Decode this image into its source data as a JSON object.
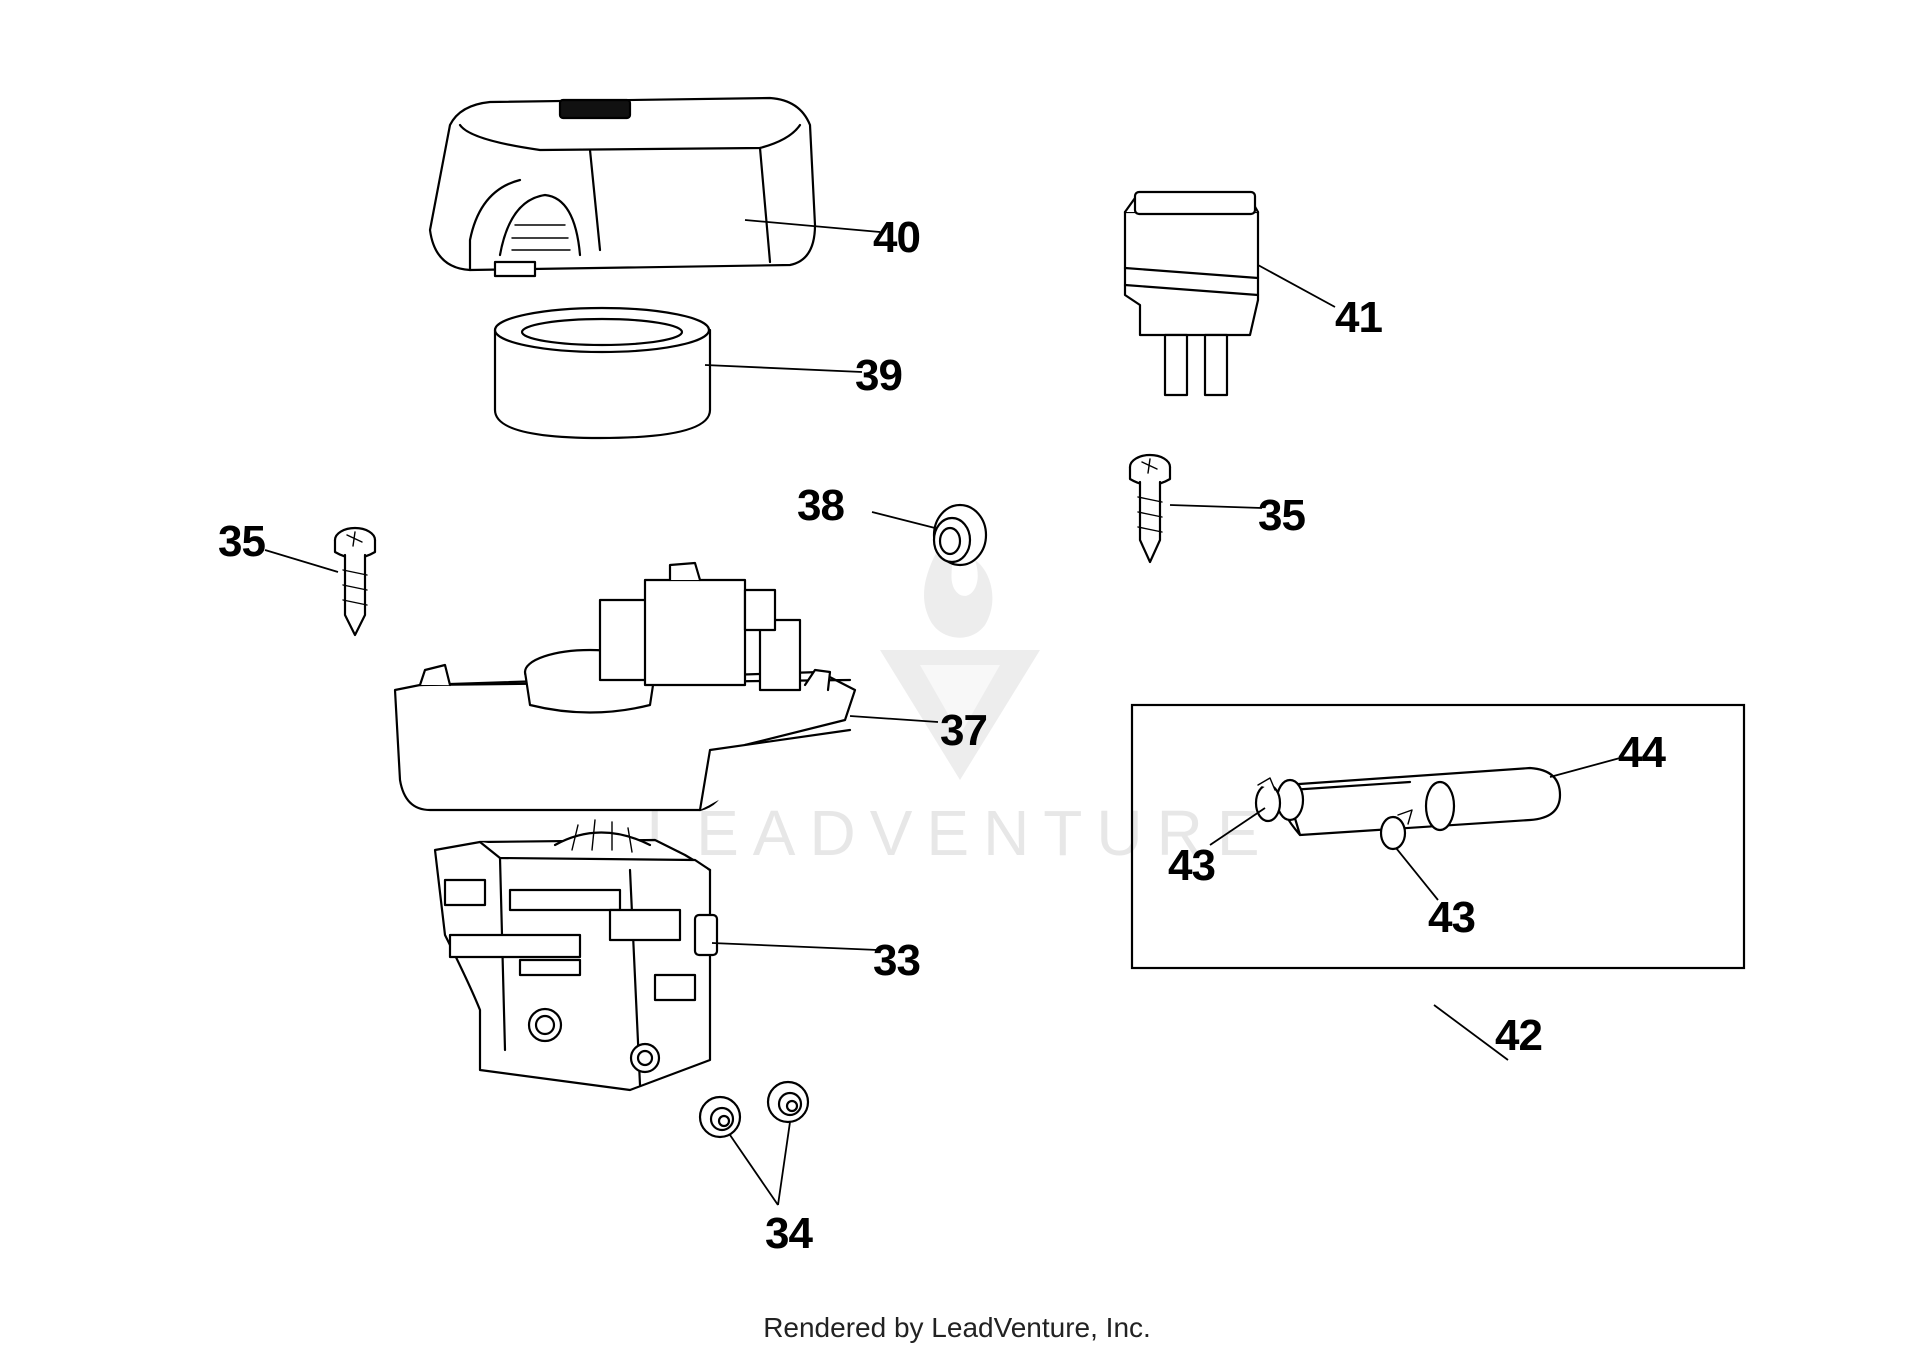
{
  "parts": {
    "p33": "33",
    "p34": "34",
    "p35a": "35",
    "p35b": "35",
    "p37": "37",
    "p38": "38",
    "p39": "39",
    "p40": "40",
    "p41": "41",
    "p42": "42",
    "p43a": "43",
    "p43b": "43",
    "p44": "44"
  },
  "watermark": "LEADVENTURE",
  "footer": "Rendered by LeadVenture, Inc."
}
